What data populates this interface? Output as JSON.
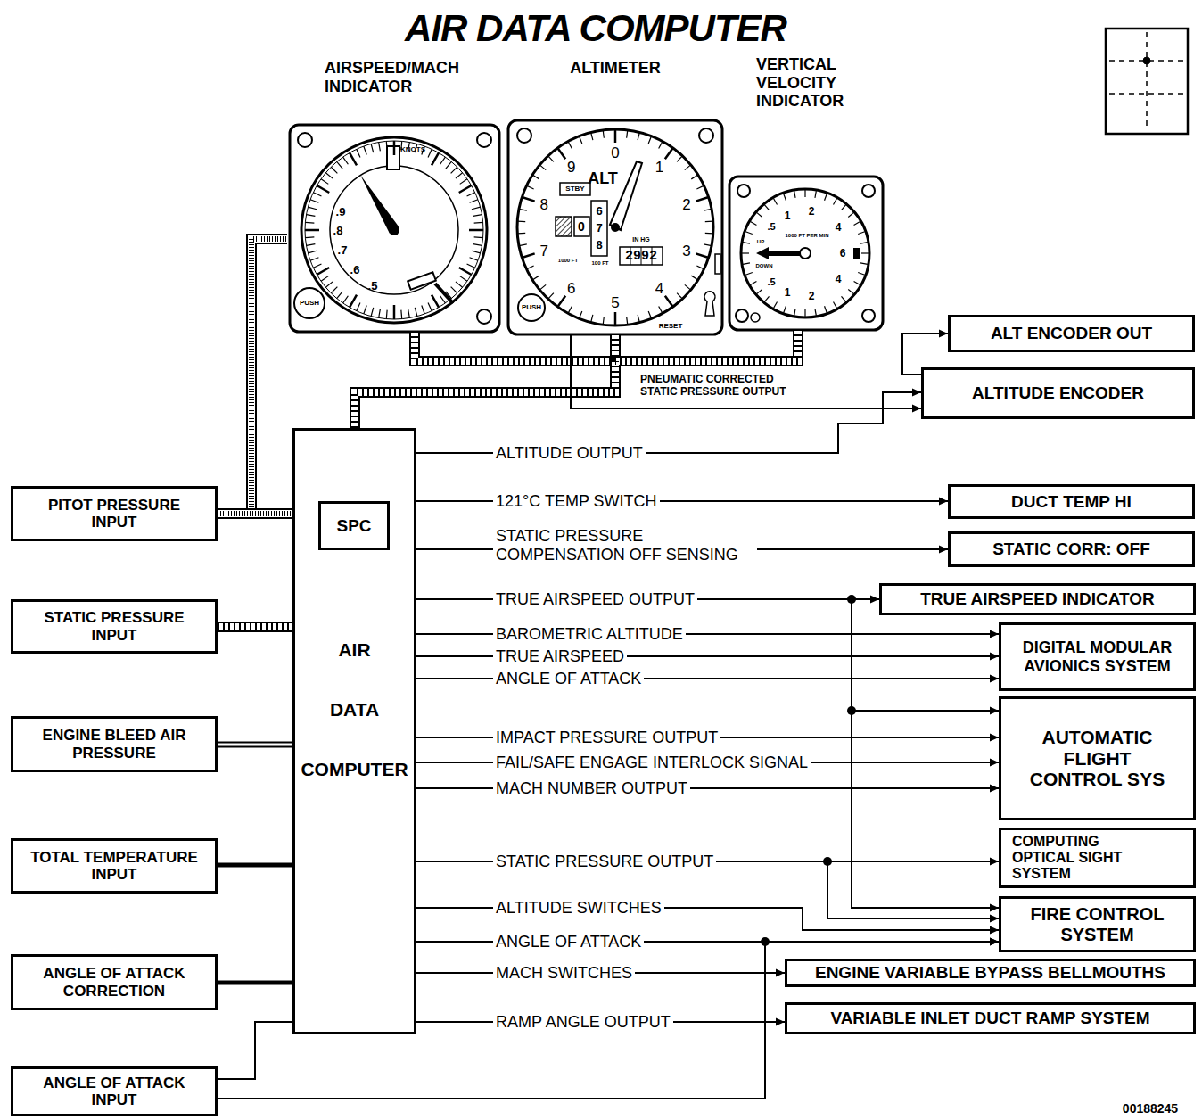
{
  "diagram": {
    "title": "AIR DATA COMPUTER",
    "nodes": [
      {
        "text": [
          "AIRSPEED/MACH INDICATOR"
        ]
      },
      {
        "text": [
          "ALTIMETER"
        ]
      },
      {
        "text": [
          "VERTICAL VELOCITY INDICATOR"
        ]
      },
      {
        "text": [
          "ALT ENCODER OUT"
        ]
      },
      {
        "text": [
          "ALTITUDE ENCODER"
        ]
      },
      {
        "text": [
          "AIR DATA COMPUTER"
        ]
      },
      {
        "text": [
          "SPC"
        ],
        "in": 5
      },
      {
        "text": [
          "PITOT PRESSURE INPUT"
        ]
      },
      {
        "text": [
          "STATIC PRESSURE INPUT"
        ]
      },
      {
        "text": [
          "DUCT TEMP HI"
        ]
      },
      {
        "text": [
          "STATIC CORR: OFF"
        ]
      },
      {
        "text": [
          "TRUE AIRSPEED INDICATOR"
        ]
      },
      {
        "text": [
          "DIGITAL MODULAR AVIONICS SYSTEM"
        ]
      },
      {
        "text": [
          "ENGINE BLEED AIR PRESSURE"
        ]
      },
      {
        "text": [
          "AUTOMATIC FLIGHT CONTROL SYS"
        ]
      },
      {
        "text": [
          "TOTAL TEMPERATURE INPUT"
        ]
      },
      {
        "text": [
          "COMPUTING OPTICAL SIGHT SYSTEM"
        ]
      },
      {
        "text": [
          "FIRE CONTROL SYSTEM"
        ]
      },
      {
        "text": [
          "ANGLE OF ATTACK CORRECTION"
        ]
      },
      {
        "text": [
          "ENGINE VARIABLE BYPASS BELLMOUTHS"
        ]
      },
      {
        "text": [
          "VARIABLE INLET DUCT RAMP SYSTEM"
        ]
      },
      {
        "text": [
          "ANGLE OF ATTACK INPUT"
        ]
      }
    ],
    "edges": [
      {
        "from": 7,
        "to": 0,
        "arrow": "none"
      },
      {
        "from": 7,
        "to": 5,
        "arrow": "none"
      },
      {
        "from": 8,
        "to": 5,
        "arrow": "none"
      },
      {
        "from": 13,
        "to": 5,
        "arrow": "none"
      },
      {
        "from": 15,
        "to": 5,
        "arrow": "none"
      },
      {
        "from": 18,
        "to": 5,
        "arrow": "none"
      },
      {
        "from": 21,
        "to": 5,
        "arrow": "none"
      },
      {
        "from": 5,
        "to": 0,
        "arrow": "none"
      },
      {
        "from": 5,
        "to": 1,
        "arrow": "none"
      },
      {
        "from": 5,
        "to": 2,
        "arrow": "none"
      },
      {
        "from": 1,
        "to": 4,
        "label": "PNEUMATIC CORRECTED STATIC PRESSURE OUTPUT",
        "arrow": "to"
      },
      {
        "from": 4,
        "to": 3,
        "arrow": "to"
      },
      {
        "from": 5,
        "to": 4,
        "label": "ALTITUDE OUTPUT",
        "arrow": "to"
      },
      {
        "from": 5,
        "to": 9,
        "label": "121°C TEMP SWITCH",
        "arrow": "to"
      },
      {
        "from": 5,
        "to": 10,
        "label": "STATIC PRESSURE COMPENSATION OFF SENSING",
        "arrow": "to"
      },
      {
        "from": 5,
        "to": 11,
        "label": "TRUE AIRSPEED OUTPUT",
        "arrow": "to"
      },
      {
        "from": 5,
        "to": 14,
        "arrow": "to"
      },
      {
        "from": 5,
        "to": 17,
        "arrow": "to"
      },
      {
        "from": 5,
        "to": 12,
        "label": "BAROMETRIC ALTITUDE",
        "arrow": "to"
      },
      {
        "from": 5,
        "to": 12,
        "label": "TRUE AIRSPEED",
        "arrow": "to"
      },
      {
        "from": 5,
        "to": 12,
        "label": "ANGLE OF ATTACK",
        "arrow": "to"
      },
      {
        "from": 5,
        "to": 14,
        "label": "IMPACT PRESSURE OUTPUT",
        "arrow": "to"
      },
      {
        "from": 5,
        "to": 14,
        "label": "FAIL/SAFE ENGAGE INTERLOCK SIGNAL",
        "arrow": "to"
      },
      {
        "from": 5,
        "to": 14,
        "label": "MACH NUMBER OUTPUT",
        "arrow": "to"
      },
      {
        "from": 5,
        "to": 16,
        "label": "STATIC PRESSURE OUTPUT",
        "arrow": "to"
      },
      {
        "from": 5,
        "to": 17,
        "arrow": "to"
      },
      {
        "from": 5,
        "to": 17,
        "label": "ALTITUDE SWITCHES",
        "arrow": "to"
      },
      {
        "from": 5,
        "to": 17,
        "label": "ANGLE OF ATTACK",
        "arrow": "to"
      },
      {
        "from": 21,
        "to": 17,
        "arrow": "to"
      },
      {
        "from": 5,
        "to": 19,
        "label": "MACH SWITCHES",
        "arrow": "to"
      },
      {
        "from": 5,
        "to": 20,
        "label": "RAMP ANGLE OUTPUT",
        "arrow": "to"
      }
    ],
    "labels": [
      "KNOTS",
      ".9",
      ".8",
      ".7",
      ".6",
      ".5",
      "PUSH",
      "0",
      "1",
      "2",
      "3",
      "4",
      "5",
      "6",
      "7",
      "8",
      "9",
      "ALT",
      "STBY",
      "0",
      "6",
      "7",
      "8",
      "2992",
      "IN HG",
      "100 FT",
      "1000 FT",
      "RESET",
      "PUSH",
      "1",
      "2",
      "4",
      ".5",
      "6",
      ".5",
      "1",
      "2",
      "4",
      "1000 FT PER MIN",
      "UP",
      "DOWN",
      "00188245"
    ]
  }
}
